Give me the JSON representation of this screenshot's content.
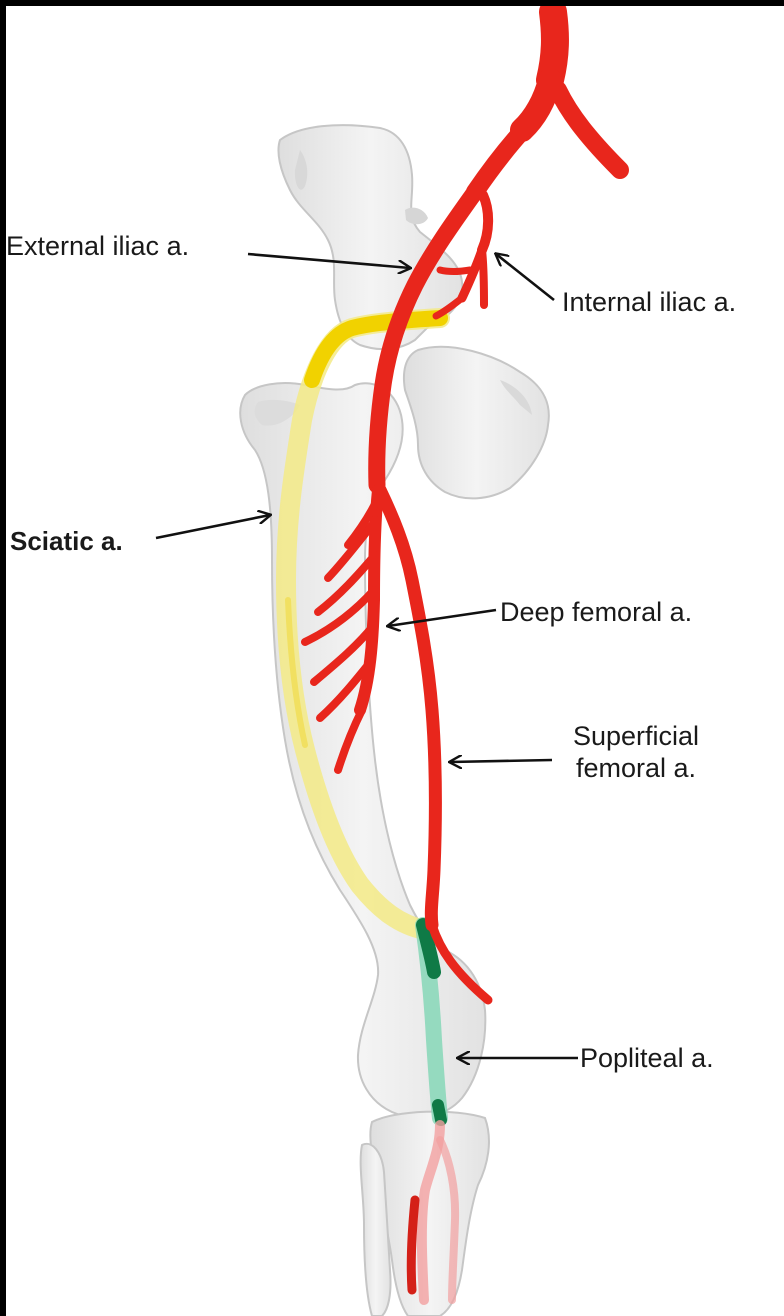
{
  "colors": {
    "background_frame": "#000000",
    "canvas": "#ffffff",
    "bone_fill": "#eaeaea",
    "bone_stroke": "#c8c8c8",
    "artery": "#e8261c",
    "sciatic": "#f2e77a",
    "sciatic_upper": "#f0d400",
    "popliteal": "#58c9a0",
    "popliteal_dark": "#0e7a45",
    "arrow": "#111111",
    "text": "#1a1a1a"
  },
  "labels": {
    "external_iliac": "External iliac a.",
    "internal_iliac": "Internal iliac a.",
    "sciatic": "Sciatic a.",
    "deep_femoral": "Deep femoral a.",
    "superficial_femoral_line1": "Superficial",
    "superficial_femoral_line2": "femoral a.",
    "popliteal": "Popliteal  a."
  }
}
